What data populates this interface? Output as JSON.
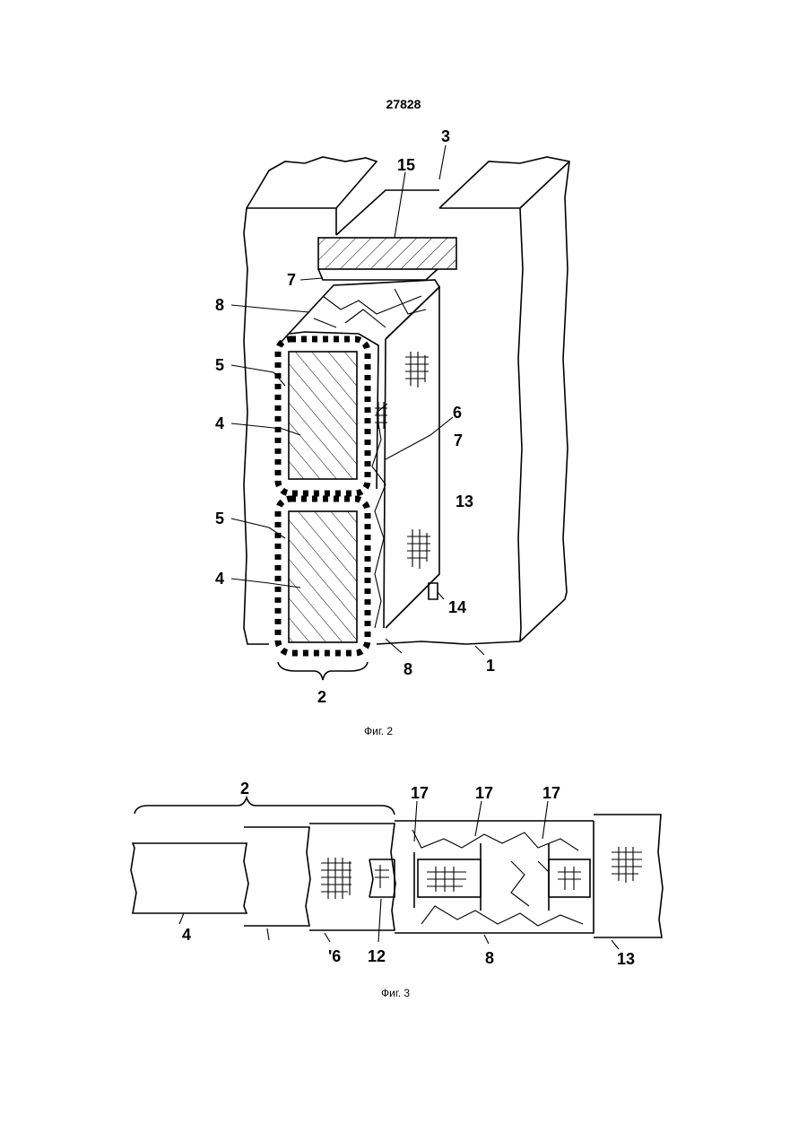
{
  "page_number": "27828",
  "figures": [
    {
      "caption": "Фиг. 2",
      "labels": [
        "3",
        "15",
        "7",
        "8",
        "5",
        "4",
        "6",
        "7",
        "13",
        "5",
        "4",
        "14",
        "8",
        "1",
        "2"
      ]
    },
    {
      "caption": "Фиг. 3",
      "labels": [
        "2",
        "17",
        "17",
        "17",
        "4",
        "'6",
        "12",
        "8",
        "13"
      ]
    }
  ]
}
